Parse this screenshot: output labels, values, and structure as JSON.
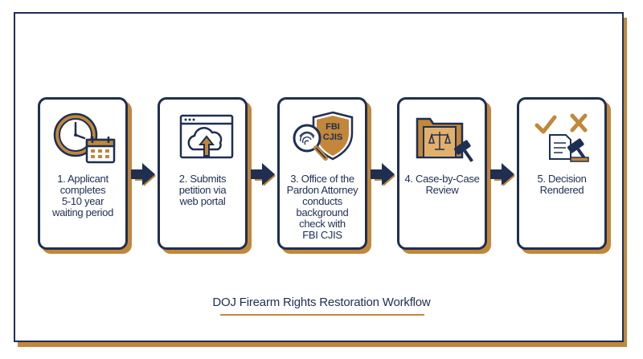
{
  "steps": [
    {
      "label": "1. Applicant\ncompletes\n5-10 year\nwaiting period",
      "icon": "clock-calendar-icon"
    },
    {
      "label": "2. Submits\npetition via\nweb portal",
      "icon": "cloud-upload-icon"
    },
    {
      "label": "3. Office of the\nPardon Attorney\nconducts\nbackground\ncheck with\nFBI CJIS",
      "icon": "fingerprint-shield-icon",
      "badge": "FBI\nCJIS"
    },
    {
      "label": "4. Case-by-Case\nReview",
      "icon": "folder-gavel-icon"
    },
    {
      "label": "5. Decision\nRendered",
      "icon": "check-x-gavel-icon"
    }
  ],
  "caption": "DOJ Firearm Rights Restoration Workflow",
  "colors": {
    "navy": "#1e2f52",
    "gold": "#c2873a",
    "background": "#ffffff"
  }
}
